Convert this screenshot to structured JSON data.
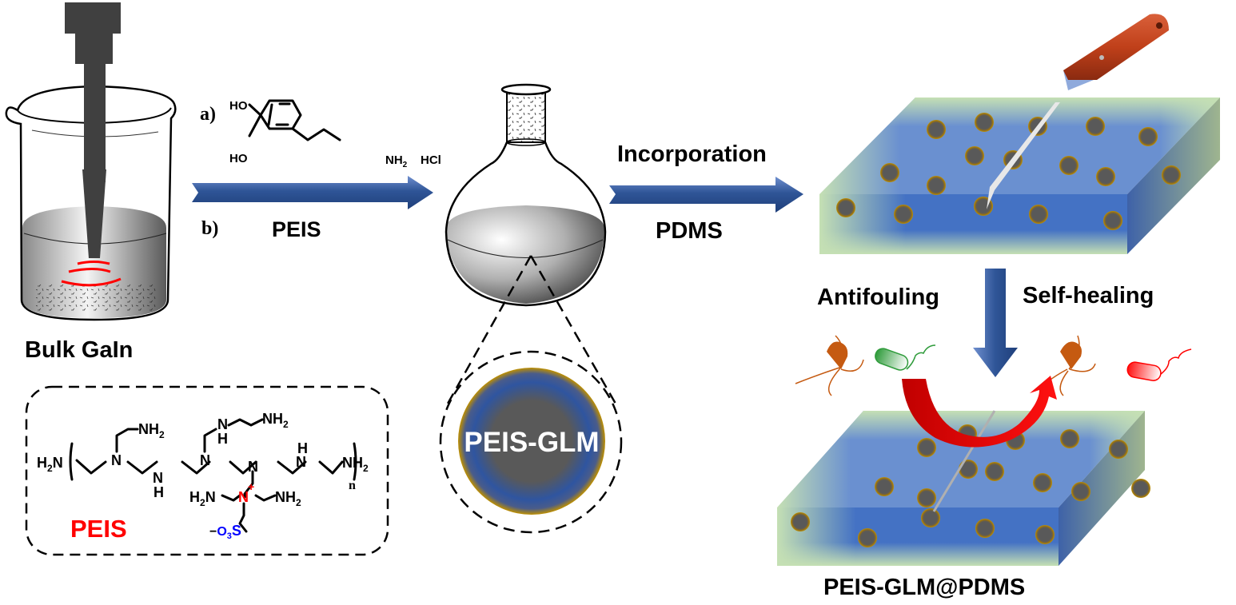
{
  "labels": {
    "bulk_material": "Bulk GaIn",
    "step_a": "a)",
    "step_b": "b)",
    "reagent_b": "PEIS",
    "incorporation": "Incorporation",
    "matrix": "PDMS",
    "nanodroplet": "PEIS-GLM",
    "antifouling": "Antifouling",
    "self_healing": "Self-healing",
    "composite": "PEIS-GLM@PDMS"
  },
  "dopamine": {
    "oh_top": "HO",
    "oh_bottom": "HO",
    "amine": "NH",
    "amine_sub": "2",
    "salt": "HCl"
  },
  "peis_structure": {
    "title": "PEIS",
    "title_color": "#ff0000",
    "cation_color": "#ff0000",
    "anion_color": "#0000ff",
    "end_left": "H",
    "end_left_sub": "2",
    "end_left_tail": "N",
    "end_right": "NH",
    "end_right_sub": "2",
    "branch1": "NH",
    "branch1_sub": "2",
    "branch2_nh": "N",
    "branch2_h": "H",
    "branch2_end": "NH",
    "branch2_end_sub": "2",
    "n_atom": "N",
    "nh_atom": "N",
    "h_atom": "H",
    "repeat": "n",
    "quat_n": "N",
    "quat_charge": "+",
    "quat_left": "H",
    "quat_left_sub": "2",
    "quat_left_tail": "N",
    "quat_right": "NH",
    "quat_right_sub": "2",
    "sulfonate_charge": "−",
    "sulfonate_o": "O",
    "sulfonate_sub": "3",
    "sulfonate_s": "S"
  },
  "colors": {
    "arrow_blue": "#2f5597",
    "core_gray": "#595959",
    "shell_gold": "#bf9000",
    "shell_blue": "#2f55a0",
    "slab_green": "#c5e0b4",
    "slab_blue": "#4472c4",
    "knife_red": "#c0401a",
    "heal_arrow": "#e00000",
    "ultrasound": "#ff0000",
    "bacteria_brown": "#c55a11",
    "bacteria_green": "#2e9b3a",
    "bacteria_red": "#ff0000"
  }
}
